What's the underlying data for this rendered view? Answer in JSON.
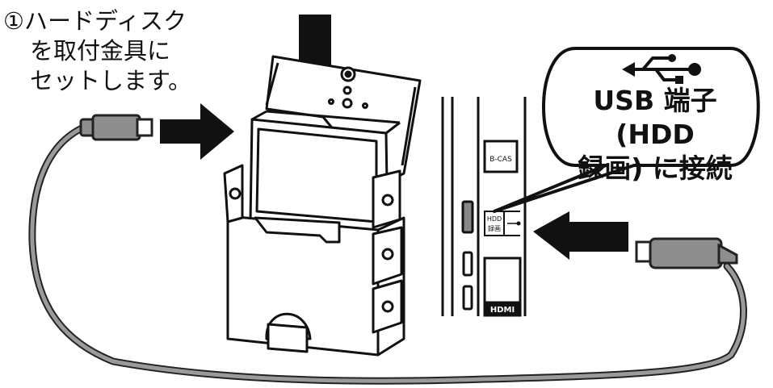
{
  "instruction": {
    "line1": "①ハードディスク",
    "line2": "を取付金具に",
    "line3": "セットします。"
  },
  "callout": {
    "line1": "USB 端子 (HDD",
    "line2": "録画) に接続"
  },
  "panel_labels": {
    "bcas": "B-CAS",
    "hdd_top": "HDD",
    "hdd_bottom": "録画",
    "hdmi": "HDMI"
  },
  "colors": {
    "ink": "#111111",
    "cable": "#9a9a9a",
    "cable_outline": "#222222",
    "plug": "#8e8e8e"
  }
}
